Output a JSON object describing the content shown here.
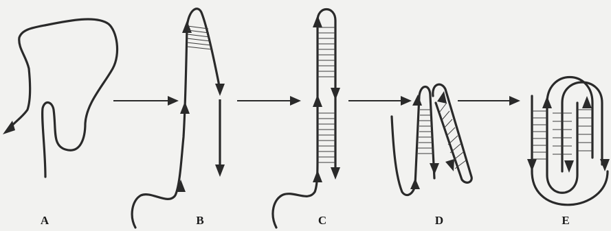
{
  "panels": [
    {
      "id": "A",
      "label": "A"
    },
    {
      "id": "B",
      "label": "B"
    },
    {
      "id": "C",
      "label": "C"
    },
    {
      "id": "D",
      "label": "D"
    },
    {
      "id": "E",
      "label": "E"
    }
  ],
  "colors": {
    "ink": "#2a2a2a",
    "background": "#f2f2f0"
  }
}
